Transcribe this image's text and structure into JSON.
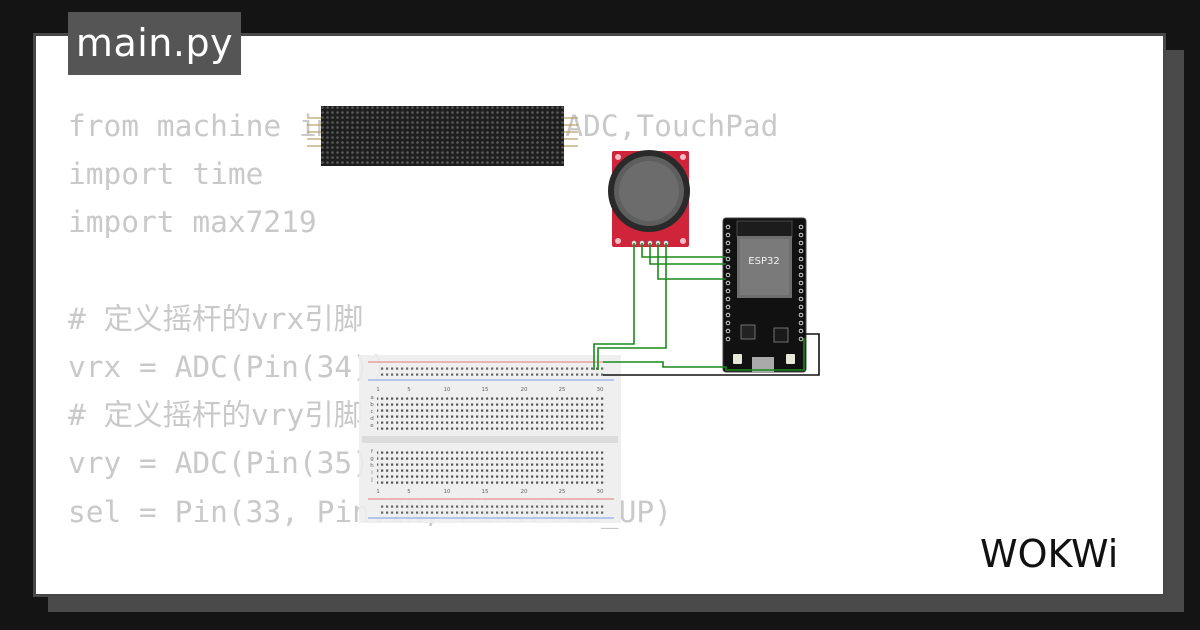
{
  "file_tab": {
    "label": "main.py"
  },
  "code": {
    "lines": [
      "from machine import Pin,PWM,ADC,TouchPad",
      "import time",
      "import max7219",
      "",
      "# 定义摇杆的vrx引脚",
      "vrx = ADC(Pin(34))",
      "# 定义摇杆的vry引脚",
      "vry = ADC(Pin(35))",
      "sel = Pin(33, Pin.IN, Pin.PULL_UP)"
    ]
  },
  "diagram": {
    "esp32_label": "ESP32",
    "breadboard_column_numbers": [
      "1",
      "5",
      "10",
      "15",
      "20",
      "25",
      "30"
    ],
    "breadboard_row_letters_top": [
      "a",
      "b",
      "c",
      "d",
      "e"
    ],
    "breadboard_row_letters_bottom": [
      "f",
      "g",
      "h",
      "i",
      "j"
    ],
    "colors": {
      "wire": "#1a8a1a",
      "wire_black": "#111111",
      "joystick_board": "#d0243b",
      "esp32_board": "#111111",
      "matrix": "#1e1e1e"
    }
  },
  "logo": {
    "text": "WOKWi"
  }
}
